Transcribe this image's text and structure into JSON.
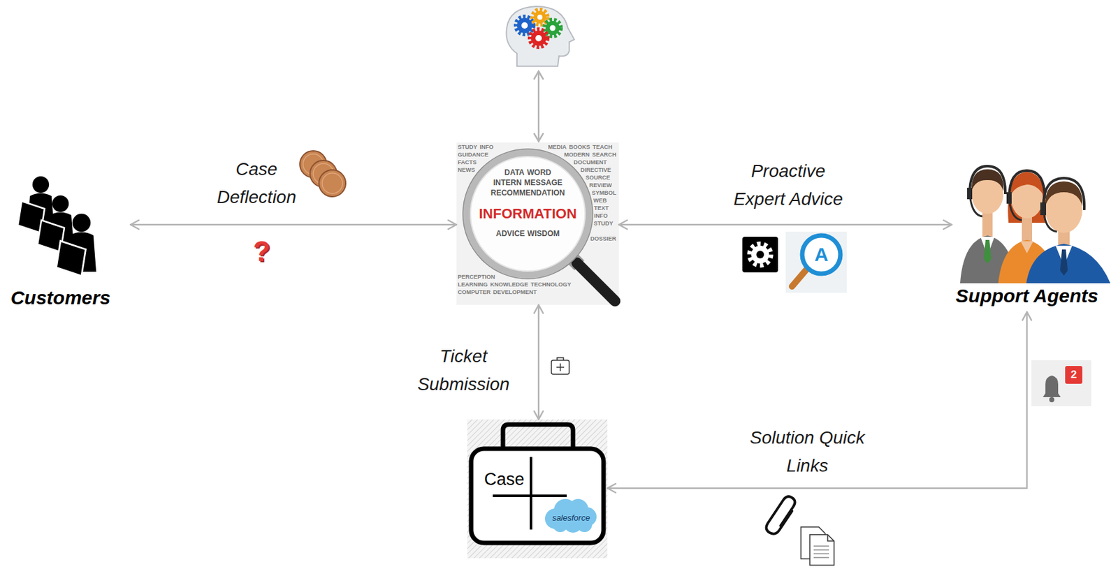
{
  "diagram": {
    "nodes": [
      {
        "text": [
          "Customers"
        ]
      },
      {
        "text": [
          "INFORMATION"
        ]
      },
      {
        "text": [
          "Support Agents"
        ]
      },
      {
        "text": [
          "Case",
          "salesforce"
        ]
      }
    ],
    "edges": [
      {
        "from": 0,
        "to": 1,
        "arrow": "both",
        "label": "Case Deflection"
      },
      {
        "from": 1,
        "to": 2,
        "arrow": "both",
        "label": "Proactive Expert Advice"
      },
      {
        "from": 1,
        "to": 3,
        "arrow": "both",
        "label": "Ticket Submission"
      },
      {
        "from": 2,
        "to": 3,
        "arrow": "both",
        "label": "Solution Quick Links"
      }
    ],
    "labels": [
      "?",
      "A",
      "2",
      "DATA",
      "WORD",
      "INTERN",
      "MESSAGE",
      "RECOMMENDATION",
      "ADVICE",
      "WISDOM",
      "STUDY",
      "INFO",
      "MEDIA",
      "BOOKS",
      "GUIDANCE",
      "TEACH",
      "MODERN",
      "SEARCH",
      "DOCUMENT",
      "DIRECTIVE",
      "FACTS",
      "SOURCE",
      "REVIEW",
      "PERCEPTION",
      "SYMBOL",
      "LEARNING",
      "KNOWLEDGE",
      "TECHNOLOGY",
      "COMPUTER",
      "DOSSIER",
      "NEWS",
      "WEB",
      "TEXT",
      "DEVELOPMENT",
      "INFO",
      "STUDY"
    ]
  }
}
